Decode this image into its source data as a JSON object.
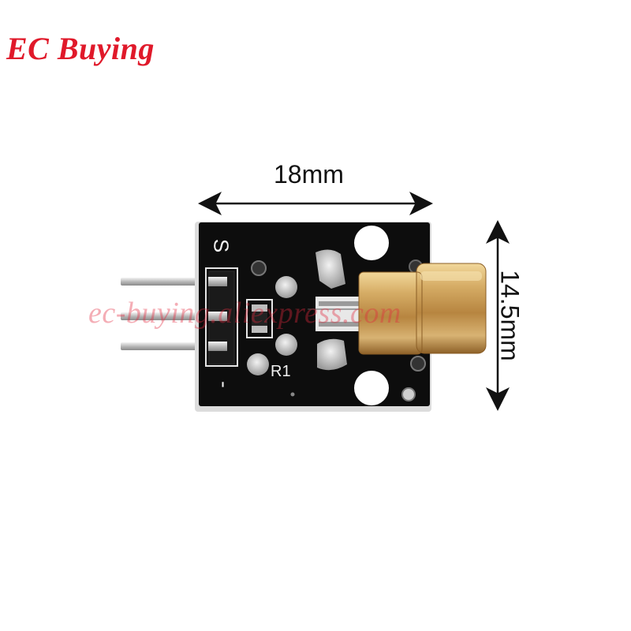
{
  "brand": {
    "name": "EC Buying",
    "color": "#e0192a"
  },
  "dimensions": {
    "width_label": "18mm",
    "height_label": "14.5mm"
  },
  "board": {
    "silkscreen_signal": "S",
    "silkscreen_ground": "-",
    "resistor_label": "R1",
    "board_color": "#0d0d0d",
    "laser_head_color": "#c79a55"
  },
  "watermark": {
    "text": "ec-buying.aliexpress.com"
  }
}
